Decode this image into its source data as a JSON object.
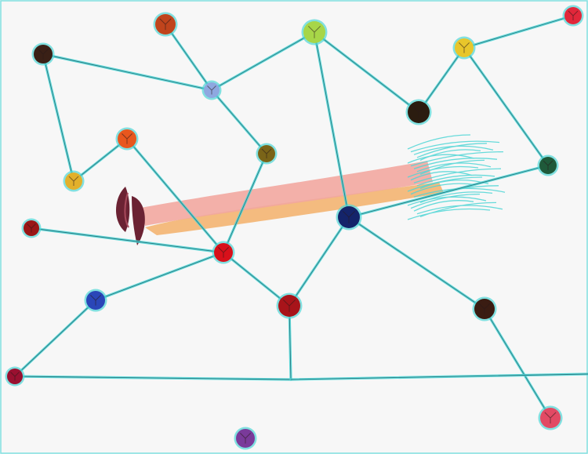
{
  "colors": {
    "background": "#f7f7f7",
    "edge_glow": "#4fd6d6",
    "edge_core": "#2e6f78",
    "marker_stroke": "#2a1a1a",
    "brush_pink": "#f2a7a0",
    "brush_orange": "#f3b06a",
    "brush_fiber": "#4fd6d6",
    "sail_dark": "#6b2233",
    "sail_light": "#a84a5c"
  },
  "nodes": [
    {
      "id": "n-tl-top",
      "color": "#c0441c"
    },
    {
      "id": "n-lime",
      "color": "#a7d648"
    },
    {
      "id": "n-red-tr",
      "color": "#e2273a"
    },
    {
      "id": "n-dark-left",
      "color": "#3a2016"
    },
    {
      "id": "n-yellow-tr",
      "color": "#e8c62b"
    },
    {
      "id": "n-periwinkle",
      "color": "#8ea8e0"
    },
    {
      "id": "n-dark-mid",
      "color": "#2b1c10"
    },
    {
      "id": "n-orange",
      "color": "#e8571e"
    },
    {
      "id": "n-olive",
      "color": "#7a6418"
    },
    {
      "id": "n-mustard",
      "color": "#e2b02b"
    },
    {
      "id": "n-green-right",
      "color": "#1f5a3a"
    },
    {
      "id": "n-navy",
      "color": "#14246a"
    },
    {
      "id": "n-maroon-left",
      "color": "#9a1616"
    },
    {
      "id": "n-red-center",
      "color": "#d8101a"
    },
    {
      "id": "n-blue",
      "color": "#2a46b8"
    },
    {
      "id": "n-crimson",
      "color": "#a8141a"
    },
    {
      "id": "n-brown-right",
      "color": "#3a1c12"
    },
    {
      "id": "n-burgundy",
      "color": "#9a1030"
    },
    {
      "id": "n-pink",
      "color": "#e24a64"
    },
    {
      "id": "n-purple",
      "color": "#7a3a9a"
    }
  ],
  "edges": [
    [
      "n-tl-top",
      "n-periwinkle"
    ],
    [
      "n-dark-left",
      "n-periwinkle"
    ],
    [
      "n-periwinkle",
      "n-lime"
    ],
    [
      "n-periwinkle",
      "n-olive"
    ],
    [
      "n-lime",
      "n-dark-mid"
    ],
    [
      "n-dark-mid",
      "n-yellow-tr"
    ],
    [
      "n-yellow-tr",
      "n-red-tr"
    ],
    [
      "n-yellow-tr",
      "n-green-right"
    ],
    [
      "n-lime",
      "n-navy"
    ],
    [
      "n-dark-left",
      "n-mustard"
    ],
    [
      "n-mustard",
      "n-orange"
    ],
    [
      "n-orange",
      "n-red-center"
    ],
    [
      "n-olive",
      "n-red-center"
    ],
    [
      "n-maroon-left",
      "n-red-center"
    ],
    [
      "n-red-center",
      "n-blue"
    ],
    [
      "n-blue",
      "n-burgundy"
    ],
    [
      "n-red-center",
      "n-crimson"
    ],
    [
      "n-crimson",
      "n-navy"
    ],
    [
      "n-navy",
      "n-green-right"
    ],
    [
      "n-navy",
      "n-brown-right"
    ],
    [
      "n-brown-right",
      "n-pink"
    ],
    [
      "n-crimson",
      "junction"
    ],
    [
      "n-burgundy",
      "junction"
    ],
    [
      "junction",
      "edge-right"
    ]
  ]
}
